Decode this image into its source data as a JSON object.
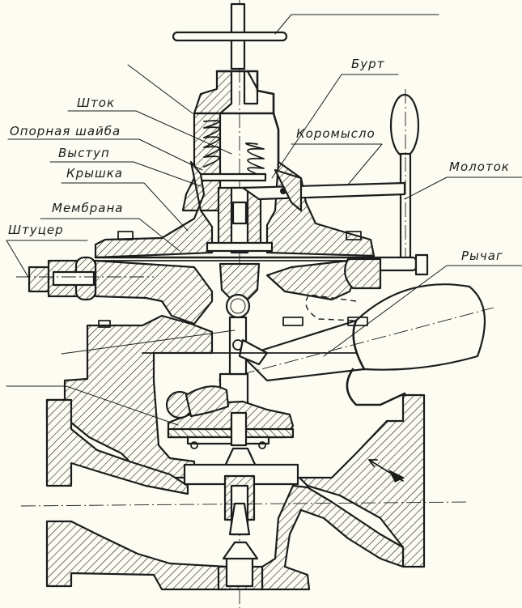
{
  "title": "Valve cross-section with diaphragm actuator (technical drawing)",
  "colors": {
    "paper": "#fdfcf3",
    "ink": "#1c1c1c"
  },
  "labels": {
    "shtok": "Шток",
    "opornaya_shaiba": "Опорная шайба",
    "vystup": "Выступ",
    "kryshka": "Крышка",
    "membrana": "Мембрана",
    "shtutser": "Штуцер",
    "burt": "Бурт",
    "koromyslo": "Коромысло",
    "molotok": "Молоток",
    "rychag": "Рычаг"
  },
  "flow_direction_icon": "flow-arrow"
}
